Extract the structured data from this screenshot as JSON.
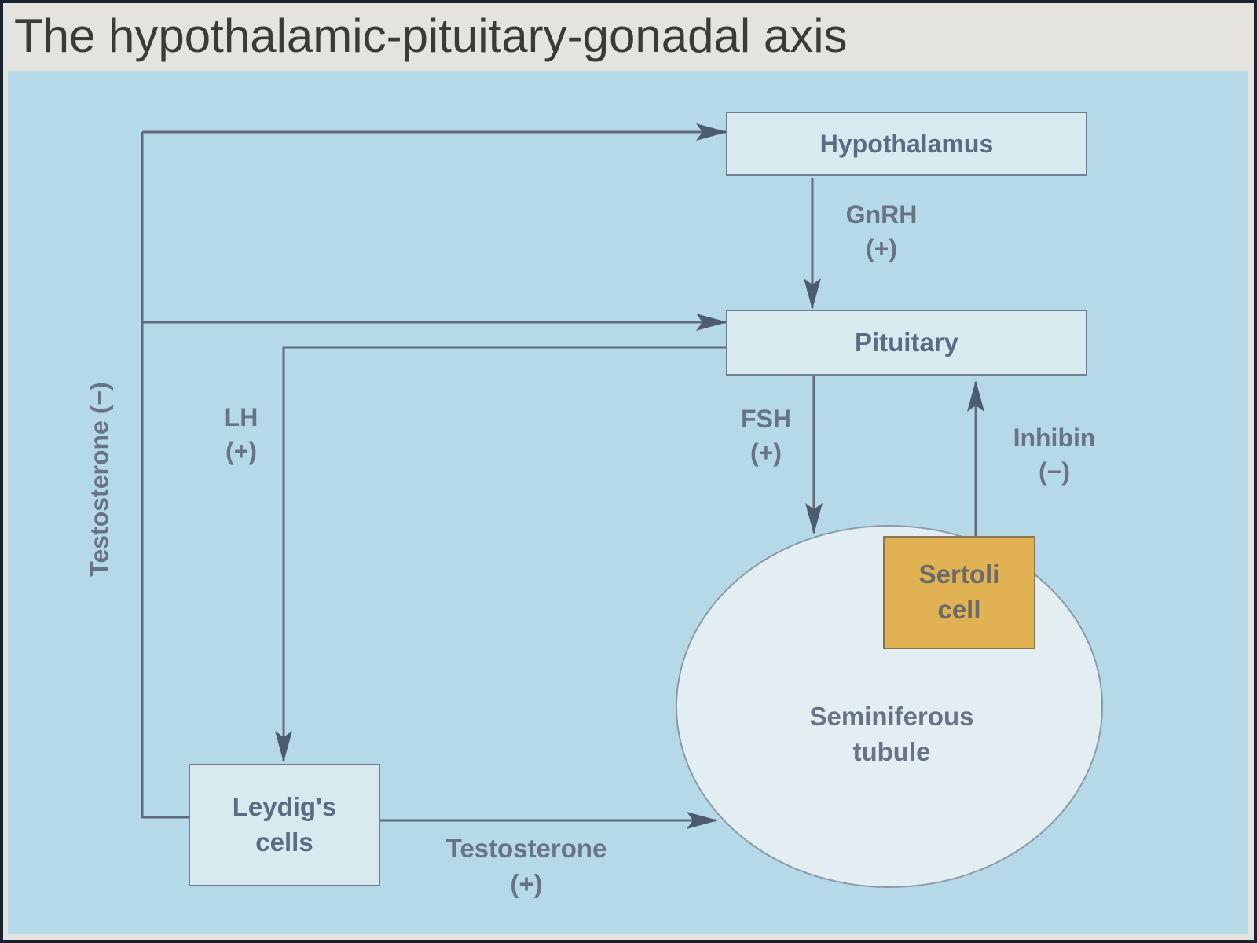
{
  "title": "The hypothalamic-pituitary-gonadal axis",
  "boxes": {
    "hypothalamus": "Hypothalamus",
    "pituitary": "Pituitary",
    "leydig_line1": "Leydig's",
    "leydig_line2": "cells",
    "sertoli_line1": "Sertoli",
    "sertoli_line2": "cell",
    "tubule_line1": "Seminiferous",
    "tubule_line2": "tubule"
  },
  "labels": {
    "gnrh": "GnRH",
    "gnrh_sign": "(+)",
    "lh": "LH",
    "lh_sign": "(+)",
    "fsh": "FSH",
    "fsh_sign": "(+)",
    "inhibin": "Inhibin",
    "inhibin_sign": "(−)",
    "testosterone": "Testosterone",
    "testosterone_sign": "(+)",
    "testosterone_feedback": "Testosterone (−)"
  },
  "colors": {
    "panel": "#b5d9e6",
    "box_fill": "#d8e9f0",
    "sertoli_fill": "#e0b254",
    "arrow": "#4d5b6e"
  }
}
